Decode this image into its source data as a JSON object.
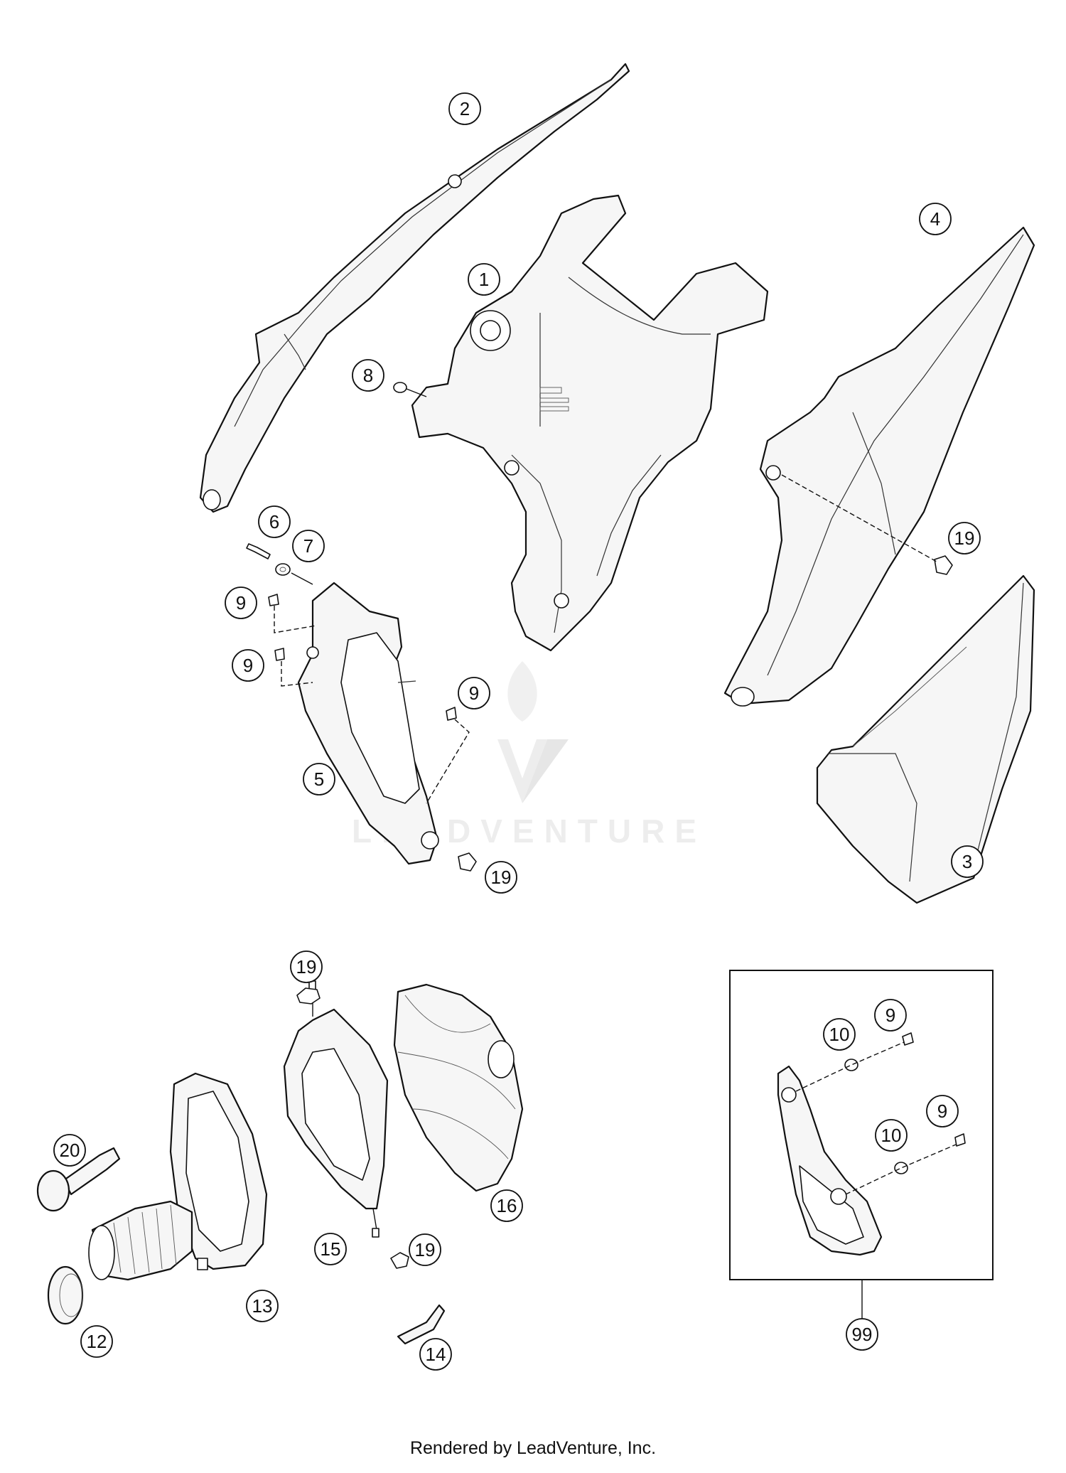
{
  "callouts": [
    {
      "id": "c1",
      "label": "1"
    },
    {
      "id": "c2",
      "label": "2"
    },
    {
      "id": "c3",
      "label": "3"
    },
    {
      "id": "c4",
      "label": "4"
    },
    {
      "id": "c5",
      "label": "5"
    },
    {
      "id": "c6",
      "label": "6"
    },
    {
      "id": "c7",
      "label": "7"
    },
    {
      "id": "c8",
      "label": "8"
    },
    {
      "id": "c9a",
      "label": "9"
    },
    {
      "id": "c9b",
      "label": "9"
    },
    {
      "id": "c9c",
      "label": "9"
    },
    {
      "id": "c19a",
      "label": "19"
    },
    {
      "id": "c19b",
      "label": "19"
    },
    {
      "id": "c19c",
      "label": "19"
    },
    {
      "id": "c19d",
      "label": "19"
    },
    {
      "id": "c20",
      "label": "20"
    },
    {
      "id": "c13",
      "label": "13"
    },
    {
      "id": "c12",
      "label": "12"
    },
    {
      "id": "c15",
      "label": "15"
    },
    {
      "id": "c16",
      "label": "16"
    },
    {
      "id": "c14",
      "label": "14"
    },
    {
      "id": "c10a",
      "label": "10"
    },
    {
      "id": "c9d",
      "label": "9"
    },
    {
      "id": "c10b",
      "label": "10"
    },
    {
      "id": "c9e",
      "label": "9"
    },
    {
      "id": "c99",
      "label": "99"
    }
  ],
  "watermark": {
    "text": "LEADVENTURE"
  },
  "footer": {
    "text": "Rendered by LeadVenture, Inc."
  }
}
